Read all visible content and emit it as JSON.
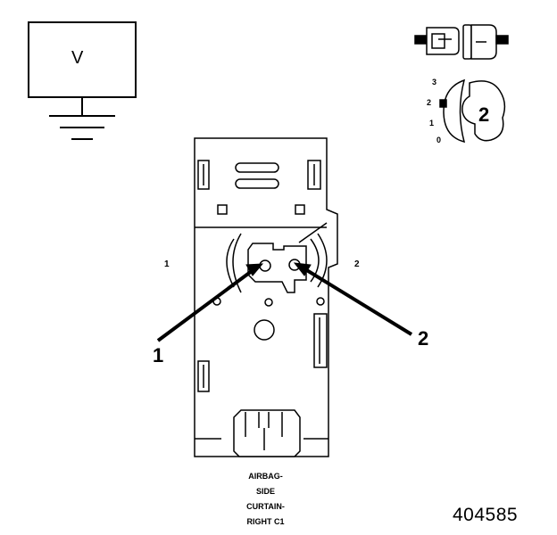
{
  "meter": {
    "label": "V"
  },
  "inset": {
    "connector_position_label": "2",
    "position_labels": [
      "3",
      "2",
      "1",
      "0"
    ]
  },
  "connector": {
    "pin_small_labels": [
      "1",
      "2"
    ],
    "callouts": [
      "1",
      "2"
    ],
    "name_lines": [
      "AIRBAG-",
      "SIDE",
      "CURTAIN-",
      "RIGHT C1"
    ]
  },
  "figure_number": "404585"
}
